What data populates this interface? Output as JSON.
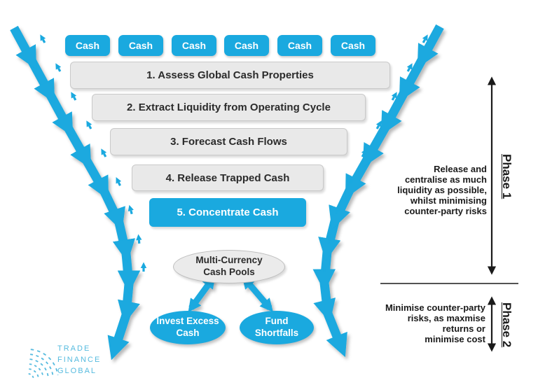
{
  "colors": {
    "accent": "#1AA9DF",
    "bar_gray": "#E9E9E9",
    "ellipse_gray": "#EBEBEB",
    "phase_text": "#1A1A1A",
    "logo_blue": "#56BBDF"
  },
  "funnel": {
    "cash_boxes": [
      "Cash",
      "Cash",
      "Cash",
      "Cash",
      "Cash",
      "Cash"
    ],
    "steps": [
      {
        "label": "1. Assess Global Cash Properties"
      },
      {
        "label": "2. Extract Liquidity from Operating Cycle"
      },
      {
        "label": "3. Forecast Cash Flows"
      },
      {
        "label": "4. Release Trapped Cash"
      },
      {
        "label": "5. Concentrate Cash"
      }
    ],
    "pool": {
      "lines": [
        "Multi-Currency",
        "Cash Pools"
      ]
    },
    "outcomes": [
      {
        "lines": [
          "Invest Excess",
          "Cash"
        ]
      },
      {
        "lines": [
          "Fund",
          "Shortfalls"
        ]
      }
    ]
  },
  "phases": [
    {
      "label": "Phase 1",
      "description_lines": [
        "Release and",
        "centralise as much",
        "liquidity as possible,",
        "whilst minimising",
        "counter-party risks"
      ]
    },
    {
      "label": "Phase 2",
      "description_lines": [
        "Minimise counter-party",
        "risks, as maxmise",
        "returns or",
        "minimise cost"
      ]
    }
  ],
  "logo": {
    "lines": [
      "TRADE",
      "FINANCE",
      "GLOBAL"
    ]
  }
}
